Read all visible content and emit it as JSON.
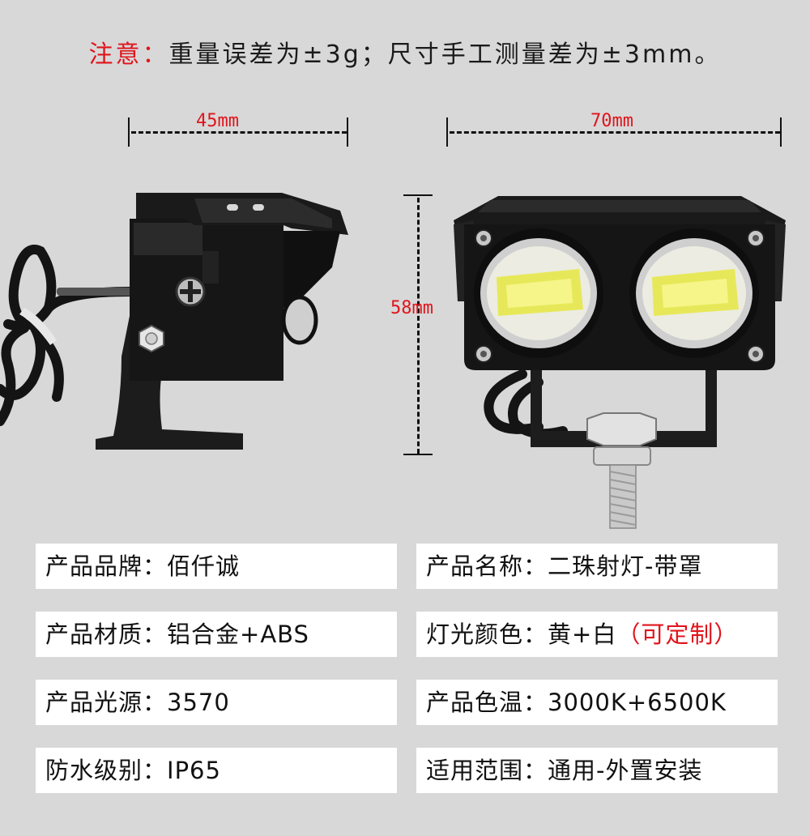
{
  "notice": {
    "label": "注意：",
    "text": "重量误差为±3g；尺寸手工测量差为±3mm。"
  },
  "dimensions": {
    "depth": "45mm",
    "width": "70mm",
    "height": "58mm"
  },
  "specs_left": [
    {
      "label": "产品品牌：",
      "value": "佰仟诚"
    },
    {
      "label": "产品材质：",
      "value": "铝合金+ABS"
    },
    {
      "label": "产品光源：",
      "value": "3570"
    },
    {
      "label": "防水级别：",
      "value": "IP65"
    }
  ],
  "specs_right": [
    {
      "label": "产品名称：",
      "value": "二珠射灯-带罩",
      "extra": ""
    },
    {
      "label": "灯光颜色：",
      "value": "黄+白",
      "extra": "（可定制）"
    },
    {
      "label": "产品色温：",
      "value": "3000K+6500K",
      "extra": ""
    },
    {
      "label": "适用范围：",
      "value": "通用-外置安装",
      "extra": ""
    }
  ],
  "colors": {
    "accent_red": "#e0141c",
    "background": "#d8d8d8",
    "box": "#ffffff"
  }
}
